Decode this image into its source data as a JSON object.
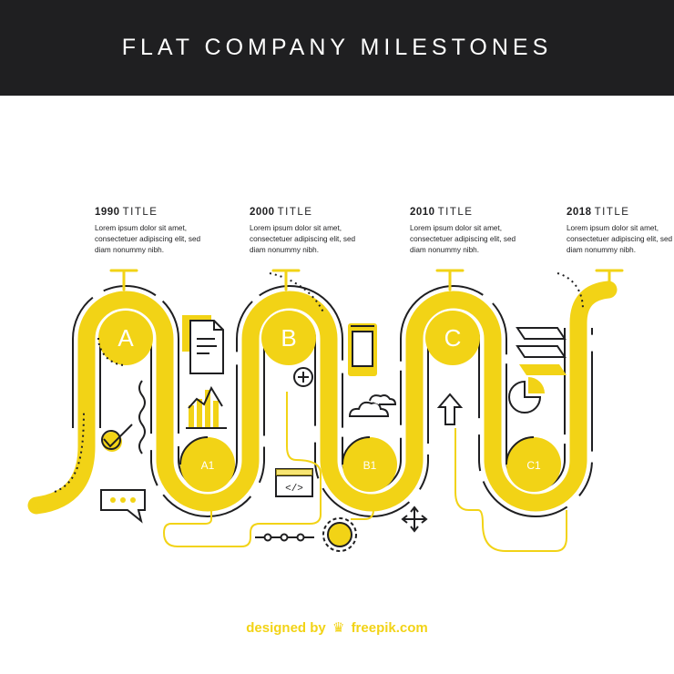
{
  "header": {
    "title": "FLAT COMPANY MILESTONES"
  },
  "milestones": [
    {
      "year": "1990",
      "title": "TITLE",
      "description": "Lorem ipsum dolor sit amet, consectetuer adipiscing elit, sed diam nonummy nibh."
    },
    {
      "year": "2000",
      "title": "TITLE",
      "description": "Lorem ipsum dolor sit amet, consectetuer adipiscing elit, sed diam nonummy nibh."
    },
    {
      "year": "2010",
      "title": "TITLE",
      "description": "Lorem ipsum dolor sit amet, consectetuer adipiscing elit, sed diam nonummy nibh."
    },
    {
      "year": "2018",
      "title": "TITLE",
      "description": "Lorem ipsum dolor sit amet, consectetuer adipiscing elit, sed diam nonummy nibh."
    }
  ],
  "nodes": {
    "a": "A",
    "b": "B",
    "c": "C",
    "a1": "A1",
    "b1": "B1",
    "c1": "C1"
  },
  "footer": {
    "designed_by": "designed by",
    "brand": "freepik.com"
  },
  "colors": {
    "accent": "#f2d316",
    "dark": "#1f1f21",
    "background": "#ffffff"
  },
  "icons": [
    "document-icon",
    "bar-chart-icon",
    "wave-icon",
    "checkmark-icon",
    "chat-bubble-icon",
    "plus-circle-icon",
    "code-window-icon",
    "slider-icon",
    "gear-icon",
    "smartphone-icon",
    "cloud-icon",
    "arrow-up-icon",
    "move-arrows-icon",
    "stack-layers-icon",
    "pie-chart-icon"
  ]
}
